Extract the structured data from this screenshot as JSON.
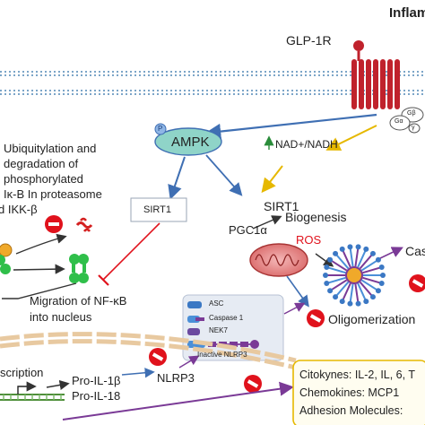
{
  "header": {
    "corner_title": "Inflam"
  },
  "receptor": {
    "label": "GLP-1R",
    "subunits": [
      "Gβ",
      "Gα",
      "γ"
    ]
  },
  "nodes": {
    "ampk": "AMPK",
    "phospho_p": "P",
    "sirt1_left": "SIRT1",
    "nad_ratio": "NAD+/NADH",
    "sirt1_right": "SIRT1",
    "pgc1a": "PGC1α",
    "biogenesis": "Biogenesis",
    "ros": "ROS",
    "oligomerization": "Oligomerization",
    "caspase_cut": "Cas"
  },
  "ubiquitylation_text": [
    "Ubiquitylation and",
    "degradation of",
    "phosphorylated",
    "Iκ-B In proteasome",
    "d IKK-β"
  ],
  "nfkb_text": [
    "Migration of NF-κB",
    "into nucleus"
  ],
  "inflammasome": {
    "components": [
      "ASC",
      "Caspase 1",
      "NEK7"
    ],
    "caption": "Inactive NLRP3"
  },
  "transcription": {
    "label": "scription",
    "products": [
      "Pro-IL-1β",
      "Pro-IL-18"
    ],
    "nlrp3": "NLRP3"
  },
  "cytokines": {
    "line1": "Citokynes: IL-2, IL, 6, T",
    "line2": "Chemokines: MCP1",
    "line3": "Adhesion Molecules:"
  },
  "colors": {
    "membrane": "#2e6fa8",
    "receptor": "#c0222c",
    "ampk_fill": "#8fd4c8",
    "inhibit": "#e0121c",
    "ros": "#e0121c",
    "arrow_blue": "#3f6fb3",
    "arrow_yellow": "#e6b800",
    "arrow_purple": "#7a3a96",
    "nfkb_green": "#22b14c",
    "cytokine_border": "#e6b800"
  }
}
